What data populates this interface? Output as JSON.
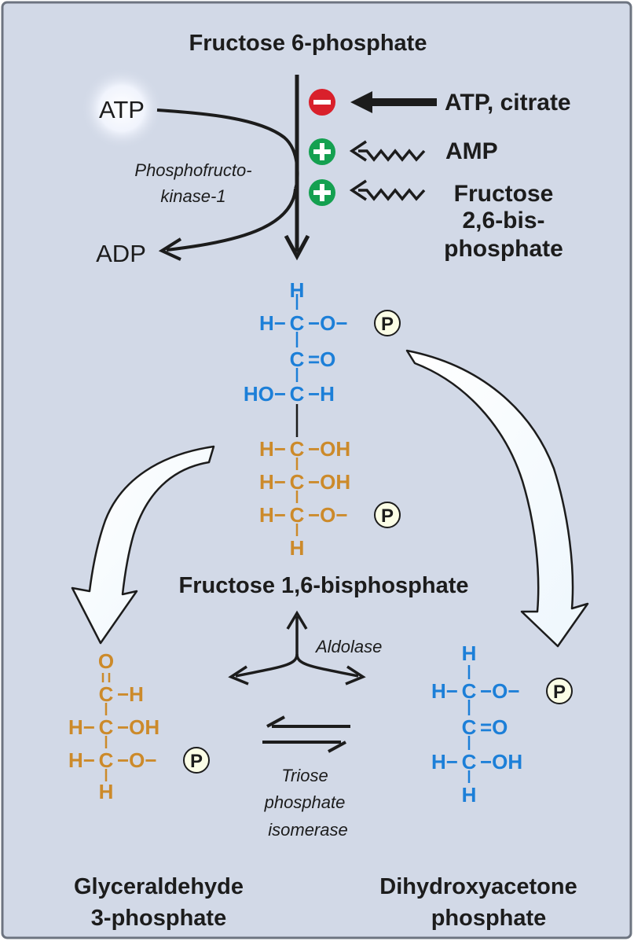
{
  "colors": {
    "panel_bg": "#d2d9e7",
    "panel_border": "#6d7480",
    "text": "#1c1c1c",
    "blue_atoms": "#1c7fd8",
    "orange_atoms": "#cc8a2a",
    "inhibit": "#d9202b",
    "activate": "#14a050",
    "phosphate_fill": "#fbfde6"
  },
  "top": {
    "substrate": "Fructose 6-phosphate",
    "atp": "ATP",
    "adp": "ADP",
    "enzyme_line1": "Phosphofructo-",
    "enzyme_line2": "kinase-1"
  },
  "regulators": [
    {
      "sign": "−",
      "type": "inhibitor",
      "arrow": "straight",
      "lines": [
        "ATP, citrate"
      ]
    },
    {
      "sign": "+",
      "type": "activator",
      "arrow": "wavy",
      "lines": [
        "AMP"
      ]
    },
    {
      "sign": "+",
      "type": "activator",
      "arrow": "wavy",
      "lines": [
        "Fructose",
        "2,6-bis-",
        "phosphate"
      ]
    }
  ],
  "fructose_bisphosphate": {
    "name": "Fructose 1,6-bisphosphate",
    "blue_rows": [
      {
        "left": "",
        "center": "H",
        "right": ""
      },
      {
        "left": "H−",
        "center": "C",
        "right": "−O−"
      },
      {
        "left": "",
        "center": "C",
        "right": "=O"
      },
      {
        "left": "HO−",
        "center": "C",
        "right": "−H"
      }
    ],
    "orange_rows": [
      {
        "left": "H−",
        "center": "C",
        "right": "−OH"
      },
      {
        "left": "H−",
        "center": "C",
        "right": "−OH"
      },
      {
        "left": "H−",
        "center": "C",
        "right": "−O−"
      },
      {
        "left": "",
        "center": "H",
        "right": ""
      }
    ]
  },
  "phosphate_symbol": "P",
  "aldolase": "Aldolase",
  "isomerase_lines": [
    "Triose",
    "phosphate",
    "isomerase"
  ],
  "gap": {
    "name_lines": [
      "Glyceraldehyde",
      "3-phosphate"
    ],
    "rows": [
      {
        "left": "",
        "center": "O",
        "right": ""
      },
      {
        "left": "",
        "center": "C",
        "right": "−H"
      },
      {
        "left": "H−",
        "center": "C",
        "right": "−OH"
      },
      {
        "left": "H−",
        "center": "C",
        "right": "−O−"
      },
      {
        "left": "",
        "center": "H",
        "right": ""
      }
    ]
  },
  "dhap": {
    "name_lines": [
      "Dihydroxyacetone",
      "phosphate"
    ],
    "rows": [
      {
        "left": "",
        "center": "H",
        "right": ""
      },
      {
        "left": "H−",
        "center": "C",
        "right": "−O−"
      },
      {
        "left": "",
        "center": "C",
        "right": "=O"
      },
      {
        "left": "H−",
        "center": "C",
        "right": "−OH"
      },
      {
        "left": "",
        "center": "H",
        "right": ""
      }
    ]
  }
}
